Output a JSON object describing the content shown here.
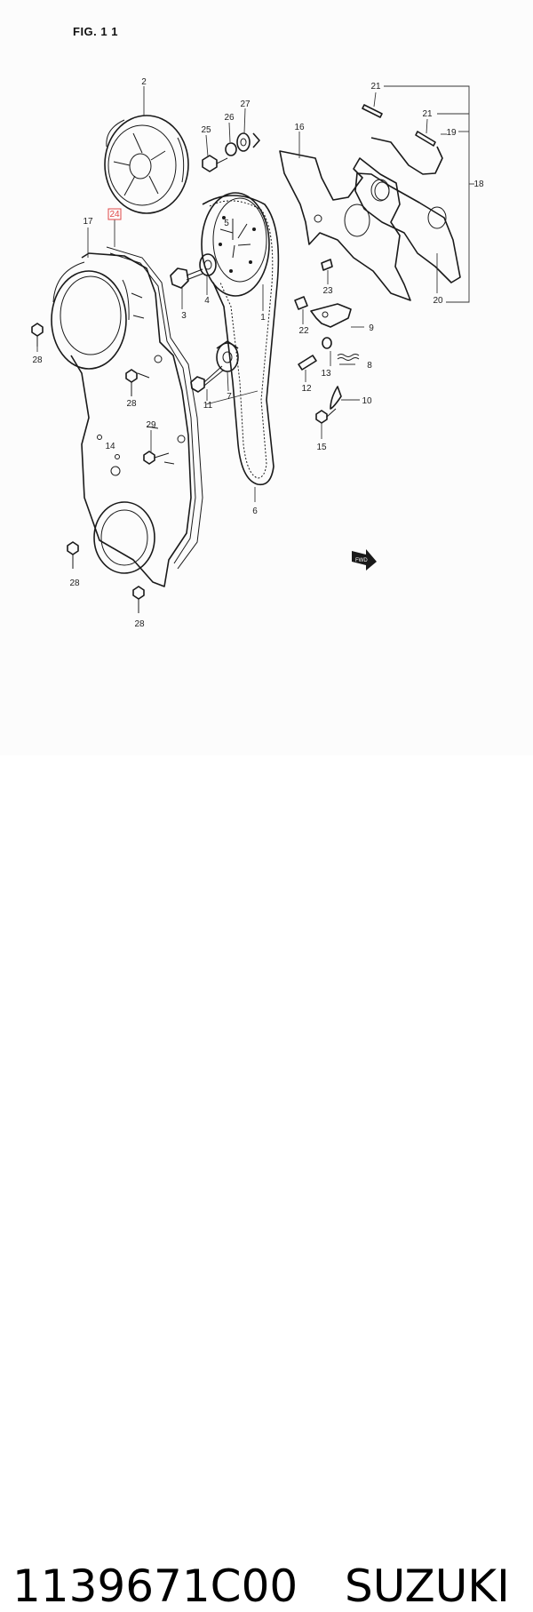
{
  "figure": {
    "title": "FIG. 1 1",
    "highlight_color": "#e04848",
    "callouts": [
      {
        "id": "2",
        "text": "2"
      },
      {
        "id": "27",
        "text": "27"
      },
      {
        "id": "26",
        "text": "26"
      },
      {
        "id": "25",
        "text": "25"
      },
      {
        "id": "16",
        "text": "16"
      },
      {
        "id": "21a",
        "text": "21"
      },
      {
        "id": "21b",
        "text": "21"
      },
      {
        "id": "19",
        "text": "19"
      },
      {
        "id": "18",
        "text": "18"
      },
      {
        "id": "24",
        "text": "24",
        "highlighted": true
      },
      {
        "id": "17",
        "text": "17"
      },
      {
        "id": "5",
        "text": "5"
      },
      {
        "id": "3",
        "text": "3"
      },
      {
        "id": "4",
        "text": "4"
      },
      {
        "id": "1",
        "text": "1"
      },
      {
        "id": "23",
        "text": "23"
      },
      {
        "id": "20",
        "text": "20"
      },
      {
        "id": "28a",
        "text": "28"
      },
      {
        "id": "22",
        "text": "22"
      },
      {
        "id": "9",
        "text": "9"
      },
      {
        "id": "8",
        "text": "8"
      },
      {
        "id": "13",
        "text": "13"
      },
      {
        "id": "12",
        "text": "12"
      },
      {
        "id": "7",
        "text": "7"
      },
      {
        "id": "11",
        "text": "11"
      },
      {
        "id": "28b",
        "text": "28"
      },
      {
        "id": "10",
        "text": "10"
      },
      {
        "id": "29",
        "text": "29"
      },
      {
        "id": "15",
        "text": "15"
      },
      {
        "id": "14",
        "text": "14"
      },
      {
        "id": "6",
        "text": "6"
      },
      {
        "id": "28c",
        "text": "28"
      },
      {
        "id": "28d",
        "text": "28"
      }
    ],
    "fwd_marker": "FWD"
  },
  "footer": {
    "part_number": "1139671C00",
    "brand": "SUZUKI"
  }
}
